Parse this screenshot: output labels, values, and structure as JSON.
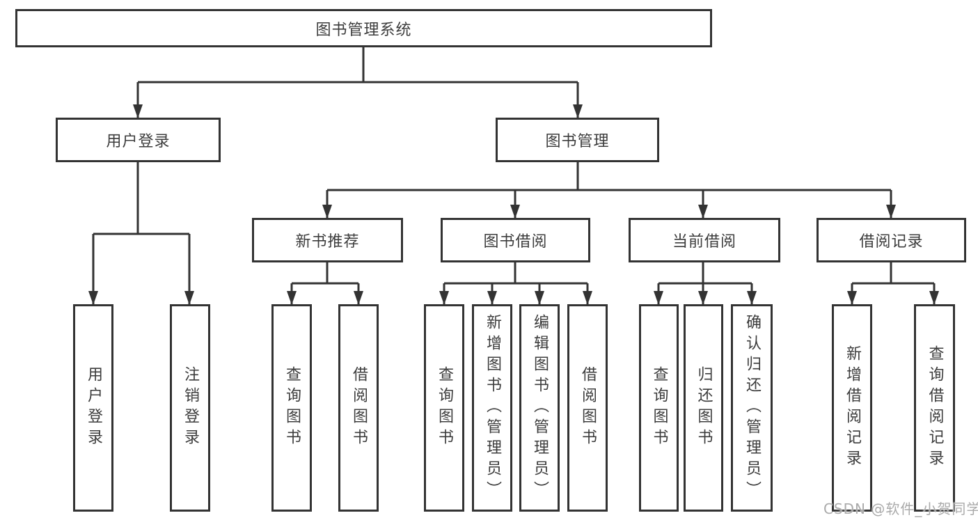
{
  "diagram": {
    "title": "图书管理系统",
    "type": "tree-structure-diagram",
    "tree": {
      "root": "图书管理系统",
      "branches": [
        {
          "label": "用户登录",
          "children": [
            "用户登录",
            "注销登录"
          ]
        },
        {
          "label": "图书管理",
          "sections": [
            {
              "label": "新书推荐",
              "children": [
                "查询图书",
                "借阅图书"
              ]
            },
            {
              "label": "图书借阅",
              "children": [
                "查询图书",
                "新增图书（管理员）",
                "编辑图书（管理员）",
                "借阅图书"
              ]
            },
            {
              "label": "当前借阅",
              "children": [
                "查询图书",
                "归还图书",
                "确认归还（管理员）"
              ]
            },
            {
              "label": "借阅记录",
              "children": [
                "新增借阅记录",
                "查询借阅记录"
              ]
            }
          ]
        }
      ]
    },
    "colors": {
      "line": "#333333",
      "box_border": "#333333",
      "text": "#3c3c3c",
      "background": "#ffffff",
      "watermark": "#aaaaaa"
    }
  },
  "watermark": "CSDN @软件_小贺同学"
}
